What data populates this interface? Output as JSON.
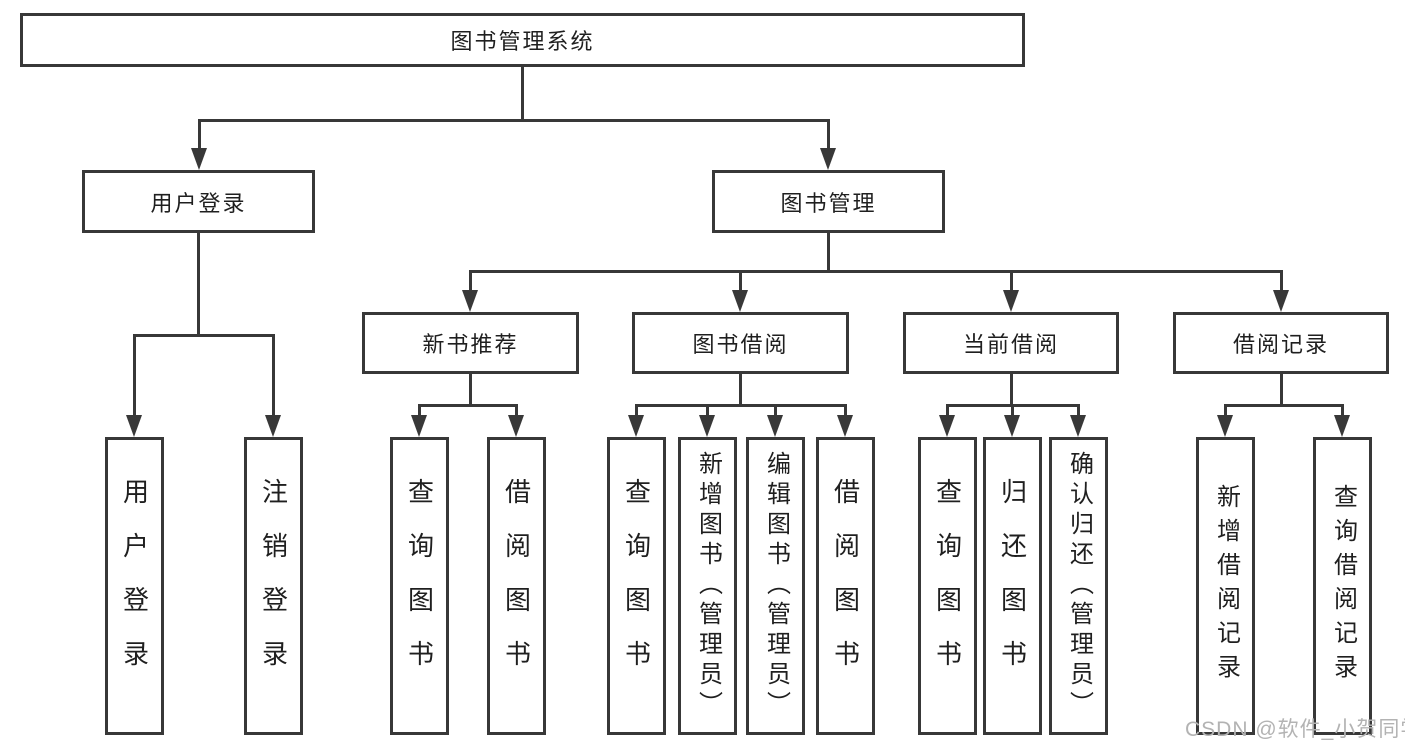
{
  "tree": {
    "root": "图书管理系统",
    "branches": [
      {
        "label": "用户登录",
        "children": [
          {
            "label": "用户登录"
          },
          {
            "label": "注销登录"
          }
        ]
      },
      {
        "label": "图书管理",
        "sections": [
          {
            "label": "新书推荐",
            "children": [
              {
                "label": "查询图书"
              },
              {
                "label": "借阅图书"
              }
            ]
          },
          {
            "label": "图书借阅",
            "children": [
              {
                "label": "查询图书"
              },
              {
                "label": "新增图书（管理员）"
              },
              {
                "label": "编辑图书（管理员）"
              },
              {
                "label": "借阅图书"
              }
            ]
          },
          {
            "label": "当前借阅",
            "children": [
              {
                "label": "查询图书"
              },
              {
                "label": "归还图书"
              },
              {
                "label": "确认归还（管理员）"
              }
            ]
          },
          {
            "label": "借阅记录",
            "children": [
              {
                "label": "新增借阅记录"
              },
              {
                "label": "查询借阅记录"
              }
            ]
          }
        ]
      }
    ]
  },
  "watermark": {
    "text": "CSDN @软件_小贺同学"
  },
  "style": {
    "line_color": "#383838",
    "text_color": "#1f1f1f",
    "watermark_color": "#b3b3b3",
    "background": "#ffffff"
  }
}
